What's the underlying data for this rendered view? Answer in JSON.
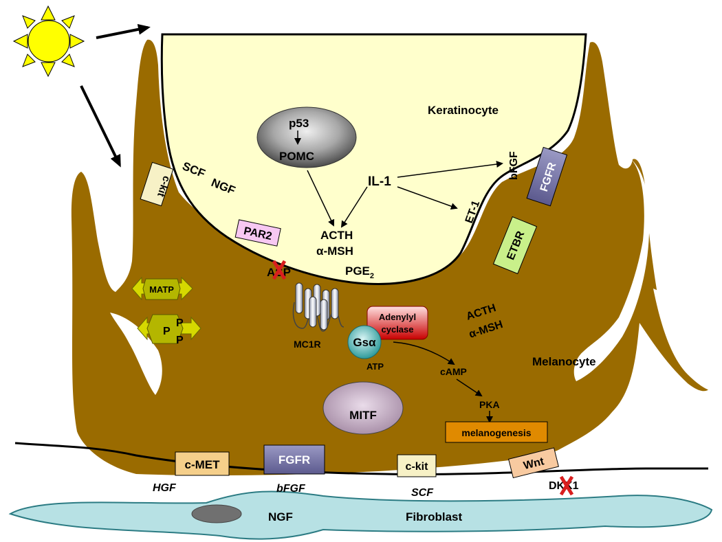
{
  "cells": {
    "keratinocyte": "Keratinocyte",
    "melanocyte": "Melanocyte",
    "fibroblast": "Fibroblast"
  },
  "nucleus": {
    "top": "p53",
    "bottom": "POMC"
  },
  "keratinocyte_factors": {
    "scf": "SCF",
    "ngf": "NGF",
    "il1": "IL-1",
    "bfgf": "bFGF",
    "et1": "ET-1",
    "acth": "ACTH",
    "amsh": "α-MSH",
    "pge": "PGE",
    "pge_sub": "2",
    "asp": "ASP"
  },
  "receptors_top": {
    "ckit": "c-kit",
    "par2": "PAR2",
    "fgfr": "FGFR",
    "etbr": "ETBR"
  },
  "melanocyte_labels": {
    "matp": "MATP",
    "p_top": "P",
    "p_left": "P",
    "p_bottom": "P",
    "mc1r": "MC1R",
    "gsa": "Gsα",
    "adenylyl_line1": "Adenylyl",
    "adenylyl_line2": "cyclase",
    "atp": "ATP",
    "camp": "cAMP",
    "pka": "PKA",
    "melanogenesis": "melanogenesis",
    "mitf": "MITF",
    "acth": "ACTH",
    "amsh": "α-MSH"
  },
  "receptors_bottom": {
    "cmet": "c-MET",
    "fgfr": "FGFR",
    "ckit": "c-kit",
    "wnt": "Wnt"
  },
  "fibroblast_factors": {
    "hgf": "HGF",
    "bfgf": "bFGF",
    "scf": "SCF",
    "dkk1": "DKK1",
    "ngf": "NGF"
  },
  "colors": {
    "melanocyte": "#9a6b00",
    "keratinocyte": "#ffffcc",
    "fibroblast": "#b7e1e4",
    "sun": "#ffff00",
    "x_mark": "#d91e1e"
  }
}
